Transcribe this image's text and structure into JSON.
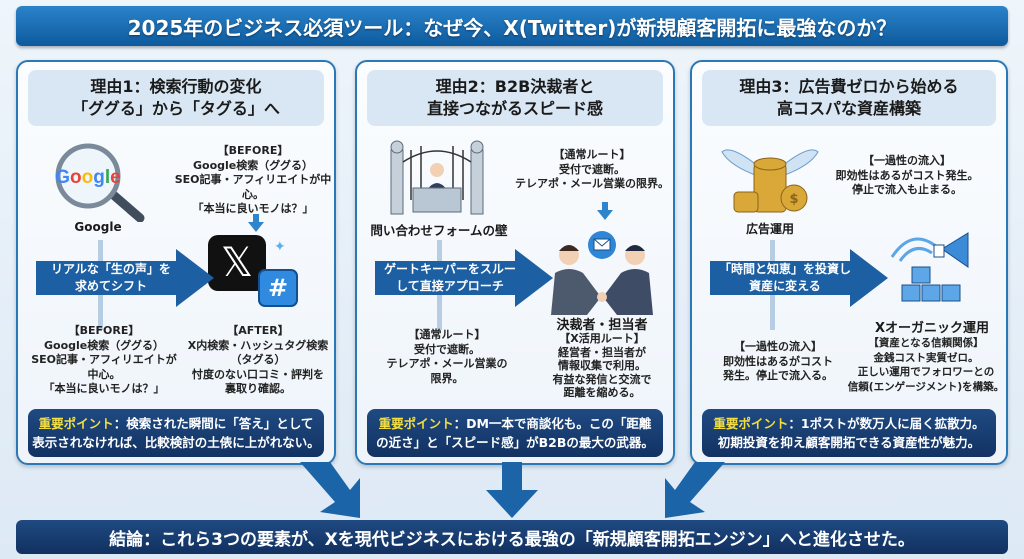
{
  "title": "2025年のビジネス必須ツール：なぜ今、X(Twitter)が新規顧客開拓に最強なのか？",
  "panels": [
    {
      "heading": [
        "理由1：検索行動の変化",
        "「ググる」から「タグる」へ"
      ],
      "left_label": "Google",
      "logo_text": "Google",
      "top_text": [
        "【BEFORE】",
        "Google検索（ググる）",
        "SEO記事・アフィリエイトが中心。",
        "「本当に良いモノは？」"
      ],
      "arrow": [
        "リアルな「生の声」を",
        "求めてシフト"
      ],
      "bottom_left": [
        "【BEFORE】",
        "Google検索（ググる）",
        "SEO記事・アフィリエイトが",
        "中心。",
        "「本当に良いモノは？」"
      ],
      "bottom_right": [
        "【AFTER】",
        "X内検索・ハッシュタグ検索",
        "（タグる）",
        "忖度のない口コミ・評判を",
        "裏取り確認。"
      ],
      "key_label": "重要ポイント",
      "key_text": [
        "：検索された瞬間に「答え」として",
        "表示されなければ、比較検討の土俵に上がれない。"
      ]
    },
    {
      "heading": [
        "理由2：B2B決裁者と",
        "直接つながるスピード感"
      ],
      "left_label": "問い合わせフォームの壁",
      "top_text": [
        "【通常ルート】",
        "受付で遮断。",
        "テレアポ・メール営業の限界。"
      ],
      "arrow": [
        "ゲートキーパーをスルー",
        "して直接アプローチ"
      ],
      "right_label": "決裁者・担当者",
      "bottom_left": [
        "【通常ルート】",
        "受付で遮断。",
        "テレアポ・メール営業の",
        "限界。"
      ],
      "bottom_right": [
        "【X活用ルート】",
        "経営者・担当者が",
        "情報収集で利用。",
        "有益な発信と交流で",
        "距離を縮める。"
      ],
      "key_label": "重要ポイント",
      "key_text": [
        "：DM一本で商談化も。この「距離",
        "の近さ」と「スピード感」がB2Bの最大の武器。"
      ]
    },
    {
      "heading": [
        "理由3：広告費ゼロから始める",
        "高コスパな資産構築"
      ],
      "left_label": "広告運用",
      "top_text": [
        "【一過性の流入】",
        "即効性はあるがコスト発生。",
        "停止で流入も止まる。"
      ],
      "arrow": [
        "「時間と知恵」を投資し",
        "資産に変える"
      ],
      "right_label": "Xオーガニック運用",
      "bottom_left": [
        "【一過性の流入】",
        "即効性はあるがコスト",
        "発生。停止で流入る。"
      ],
      "bottom_right": [
        "【資産となる信頼関係】",
        "金銭コスト実質ゼロ。",
        "正しい運用でフォロワーとの",
        "信頼(エンゲージメント)を構築。"
      ],
      "key_label": "重要ポイント",
      "key_text": [
        "：1ポストが数万人に届く拡散力。",
        "初期投資を抑え顧客開拓できる資産性が魅力。"
      ]
    }
  ],
  "conclusion": "結論：これら3つの要素が、Xを現代ビジネスにおける最強の「新規顧客開拓エンジン」へと進化させた。",
  "colors": {
    "primary": "#1a6fb5",
    "navy": "#15386a",
    "highlight": "#f3de3f"
  }
}
